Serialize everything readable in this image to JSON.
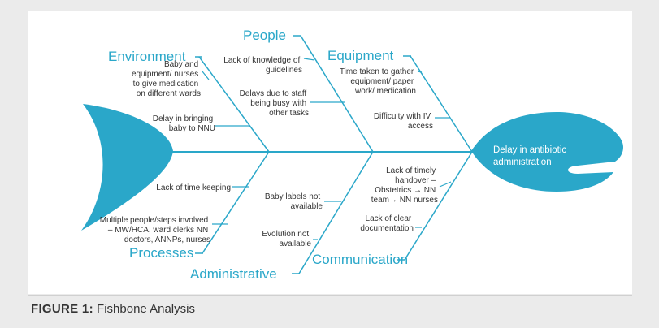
{
  "diagram": {
    "head": [
      "Delay in antibiotic",
      "administration"
    ],
    "categories": {
      "people": "People",
      "environment": "Environment",
      "equipment": "Equipment",
      "processes": "Processes",
      "administrative": "Administrative",
      "communication": "Communication"
    },
    "causes": {
      "env1": [
        "Baby and",
        "equipment/ nurses",
        "to give medication",
        "on different wards"
      ],
      "env2": [
        "Delay in bringing",
        "baby to NNU"
      ],
      "ppl1": [
        "Lack of knowledge of",
        "guidelines"
      ],
      "ppl2": [
        "Delays due to staff",
        "being busy with",
        "other tasks"
      ],
      "eq1": [
        "Time taken to gather",
        "equipment/ paper",
        "work/ medication"
      ],
      "eq2": [
        "Difficulty with IV",
        "access"
      ],
      "proc1": [
        "Lack of time keeping"
      ],
      "proc2": [
        "Multiple people/steps involved",
        "– MW/HCA, ward clerks NN",
        "doctors, ANNPs, nurses"
      ],
      "adm1": [
        "Baby labels not",
        "available"
      ],
      "adm2": [
        "Evolution not",
        "available"
      ],
      "com1": [
        "Lack of timely",
        "handover –",
        "Obstetrics → NN",
        "team→ NN nurses"
      ],
      "com2": [
        "Lack of clear",
        "documentation"
      ]
    },
    "colors": {
      "accent": "#2aa7c9",
      "text": "#333333"
    }
  },
  "caption": {
    "label": "FIGURE 1:",
    "text": "Fishbone Analysis"
  }
}
